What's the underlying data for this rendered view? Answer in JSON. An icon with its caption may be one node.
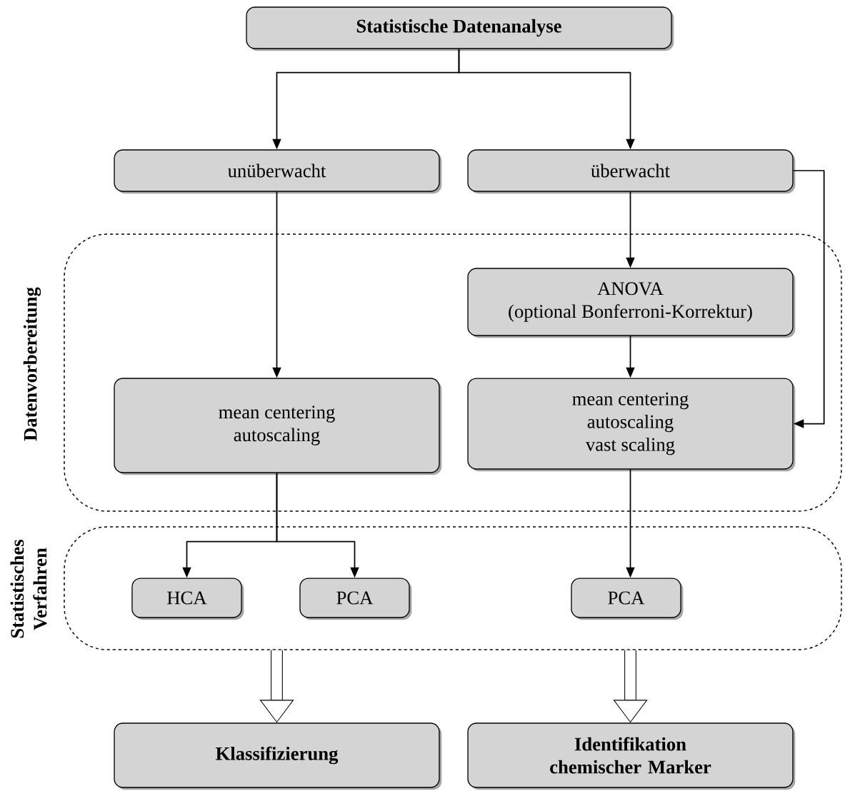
{
  "diagram": {
    "nodes": [
      {
        "text": [
          "Statistische Datenanalyse"
        ]
      },
      {
        "text": [
          "unüberwacht"
        ]
      },
      {
        "text": [
          "überwacht"
        ]
      },
      {
        "text": [
          "Datenvorbereitung"
        ]
      },
      {
        "text": [
          "ANOVA",
          "(optional Bonferroni-Korrektur)"
        ],
        "in": 3
      },
      {
        "text": [
          "mean centering",
          "autoscaling"
        ],
        "in": 3
      },
      {
        "text": [
          "mean centering",
          "autoscaling",
          "vast scaling"
        ],
        "in": 3
      },
      {
        "text": [
          "Statistisches Verfahren"
        ]
      },
      {
        "text": [
          "HCA"
        ],
        "in": 7
      },
      {
        "text": [
          "PCA"
        ],
        "in": 7
      },
      {
        "text": [
          "PCA"
        ],
        "in": 7
      },
      {
        "text": [
          "Klassifizierung"
        ]
      },
      {
        "text": [
          "Identifikation chemischer Marker"
        ]
      }
    ],
    "edges": [
      {
        "from": 0,
        "to": 1,
        "arrow": "to"
      },
      {
        "from": 0,
        "to": 2,
        "arrow": "to"
      },
      {
        "from": 1,
        "to": 5,
        "arrow": "to"
      },
      {
        "from": 2,
        "to": 4,
        "arrow": "to"
      },
      {
        "from": 4,
        "to": 6,
        "arrow": "to"
      },
      {
        "from": 2,
        "to": 6,
        "arrow": "to"
      },
      {
        "from": 5,
        "to": 8,
        "arrow": "to"
      },
      {
        "from": 5,
        "to": 9,
        "arrow": "to"
      },
      {
        "from": 6,
        "to": 10,
        "arrow": "to"
      },
      {
        "from": 7,
        "to": 11,
        "arrow": "to",
        "style": "thick"
      },
      {
        "from": 7,
        "to": 12,
        "arrow": "to",
        "style": "thick"
      }
    ]
  }
}
